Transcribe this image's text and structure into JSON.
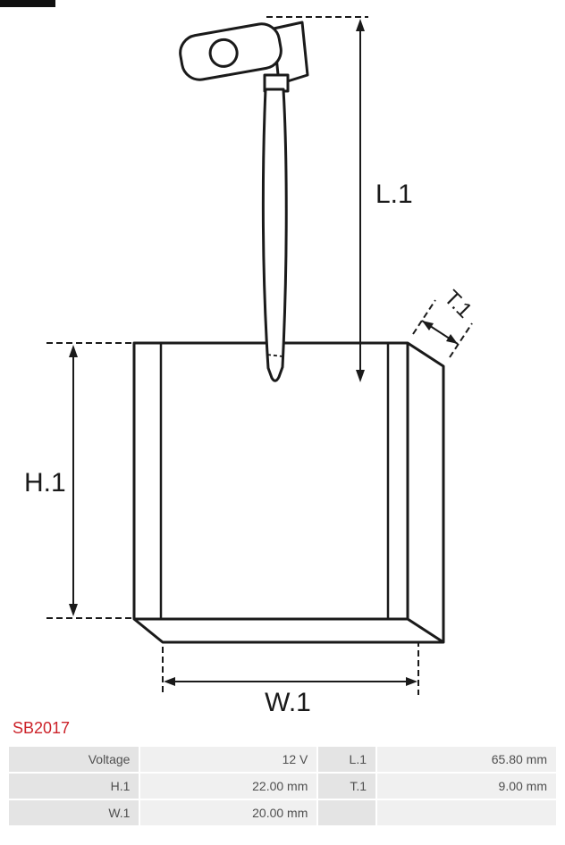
{
  "part_code": "SB2017",
  "drawing": {
    "labels": {
      "l1": "L.1",
      "h1": "H.1",
      "w1": "W.1",
      "t1": "T.1"
    }
  },
  "spec_table": {
    "rows": [
      {
        "c0": "Voltage",
        "c1": "12 V",
        "c2": "L.1",
        "c3": "65.80 mm"
      },
      {
        "c0": "H.1",
        "c1": "22.00 mm",
        "c2": "T.1",
        "c3": "9.00 mm"
      },
      {
        "c0": "W.1",
        "c1": "20.00 mm",
        "c2": "",
        "c3": ""
      }
    ]
  },
  "colors": {
    "part_code_red": "#cc2229",
    "label_cell_bg": "#e4e4e4",
    "value_cell_bg": "#f0f0f0",
    "line_color": "#1a1a1a"
  }
}
